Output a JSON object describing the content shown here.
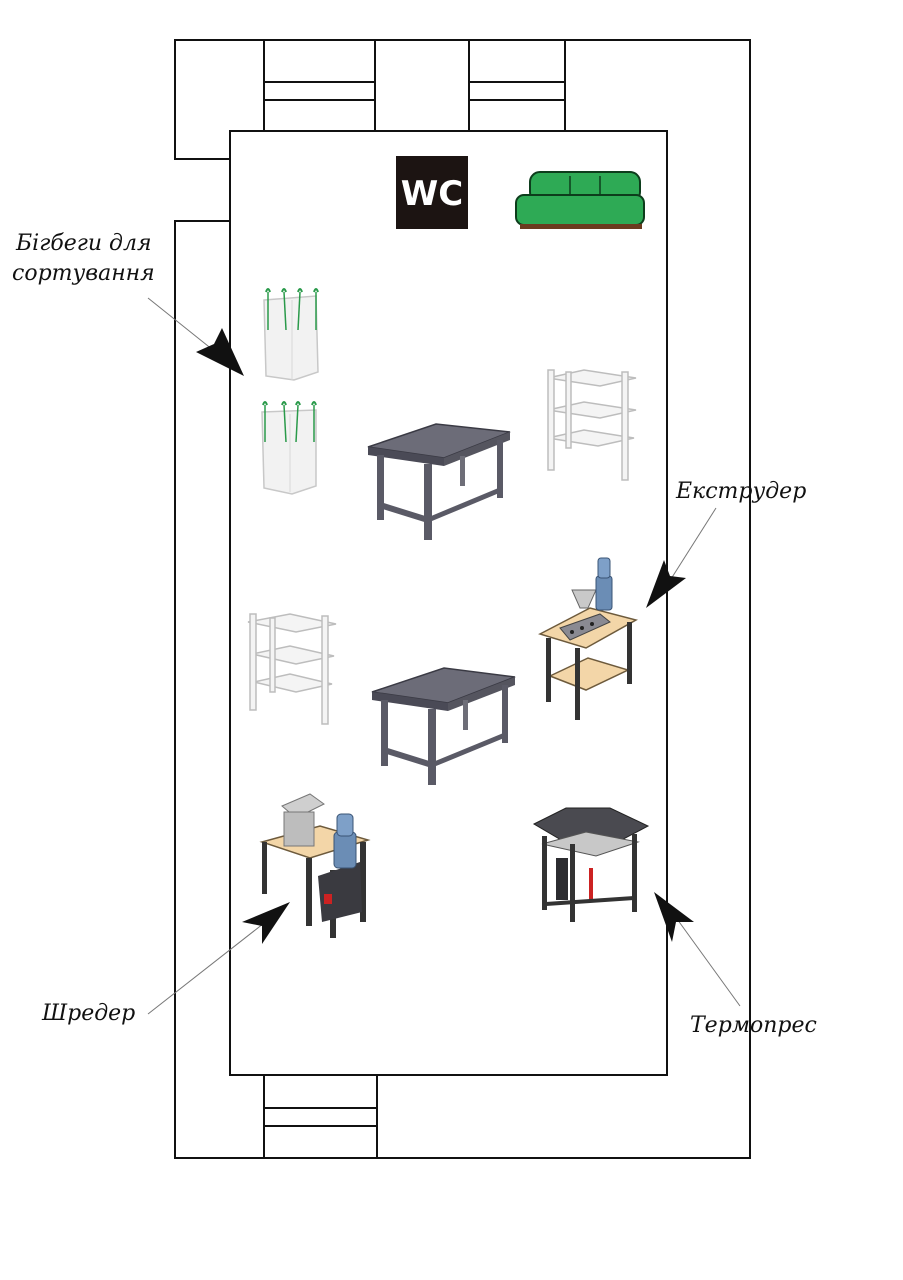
{
  "labels": {
    "bigbags_line1": "Бігбеги для",
    "bigbags_line2": "сортування",
    "extruder": "Екструдер",
    "shredder": "Шредер",
    "thermopress": "Термопрес"
  },
  "wc_sign": "WC",
  "icons": {
    "bigbag": "bigbag-icon",
    "workbench": "workbench-table-icon",
    "shelf": "shelving-rack-icon",
    "sofa": "sofa-icon",
    "extruder": "extruder-machine-icon",
    "shredder": "shredder-machine-icon",
    "thermopress": "thermopress-machine-icon"
  },
  "colors": {
    "wall": "#111111",
    "sofa": "#2eaa55",
    "metal": "#5a5a66",
    "wood": "#f3d6a8",
    "motor": "#6b8db5"
  }
}
